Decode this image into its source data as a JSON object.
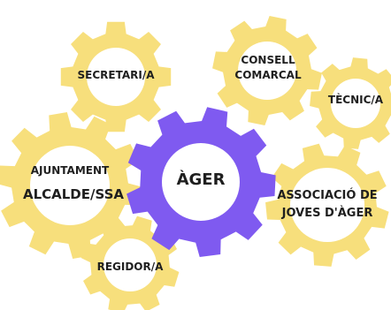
{
  "colors": {
    "gear_yellow": "#F7DF7C",
    "gear_purple": "#7F5AF0",
    "hole": "#FFFFFF",
    "text_dark": "#1F1F1F",
    "background": "#FFFFFF"
  },
  "gears": [
    {
      "id": "secretari",
      "labels": [
        "SECRETARI/A"
      ],
      "color": "gear_yellow"
    },
    {
      "id": "consell",
      "labels": [
        "CONSELL",
        "COMARCAL"
      ],
      "color": "gear_yellow"
    },
    {
      "id": "tecnic",
      "labels": [
        "TÈCNIC/A"
      ],
      "color": "gear_yellow"
    },
    {
      "id": "ajuntament",
      "labels": [
        "AJUNTAMENT",
        "ALCALDE/SSA"
      ],
      "color": "gear_yellow"
    },
    {
      "id": "associacio",
      "labels": [
        "ASSOCIACIÓ DE",
        "JOVES D'ÀGER"
      ],
      "color": "gear_yellow"
    },
    {
      "id": "regidor",
      "labels": [
        "REGIDOR/A"
      ],
      "color": "gear_yellow"
    },
    {
      "id": "ager",
      "labels": [
        "ÀGER"
      ],
      "color": "gear_purple"
    }
  ]
}
